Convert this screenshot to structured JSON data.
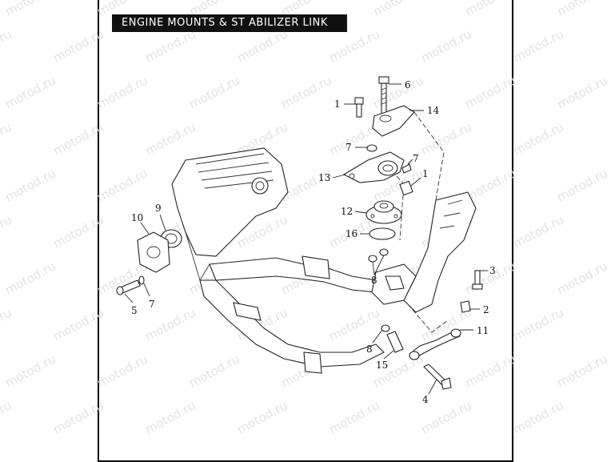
{
  "title": "ENGINE MOUNTS & ST ABILIZER LINK",
  "watermark": "motod.ru",
  "callouts": [
    {
      "id": "c6",
      "text": "6"
    },
    {
      "id": "c1a",
      "text": "1"
    },
    {
      "id": "c14",
      "text": "14"
    },
    {
      "id": "c7a",
      "text": "7"
    },
    {
      "id": "c7b",
      "text": "7"
    },
    {
      "id": "c13",
      "text": "13"
    },
    {
      "id": "c1b",
      "text": "1"
    },
    {
      "id": "c12",
      "text": "12"
    },
    {
      "id": "c16",
      "text": "16"
    },
    {
      "id": "c8a",
      "text": "8"
    },
    {
      "id": "c10",
      "text": "10"
    },
    {
      "id": "c9",
      "text": "9"
    },
    {
      "id": "c3",
      "text": "3"
    },
    {
      "id": "c5",
      "text": "5"
    },
    {
      "id": "c7c",
      "text": "7"
    },
    {
      "id": "c2",
      "text": "2"
    },
    {
      "id": "c11",
      "text": "11"
    },
    {
      "id": "c8b",
      "text": "8"
    },
    {
      "id": "c15",
      "text": "15"
    },
    {
      "id": "c4",
      "text": "4"
    }
  ]
}
